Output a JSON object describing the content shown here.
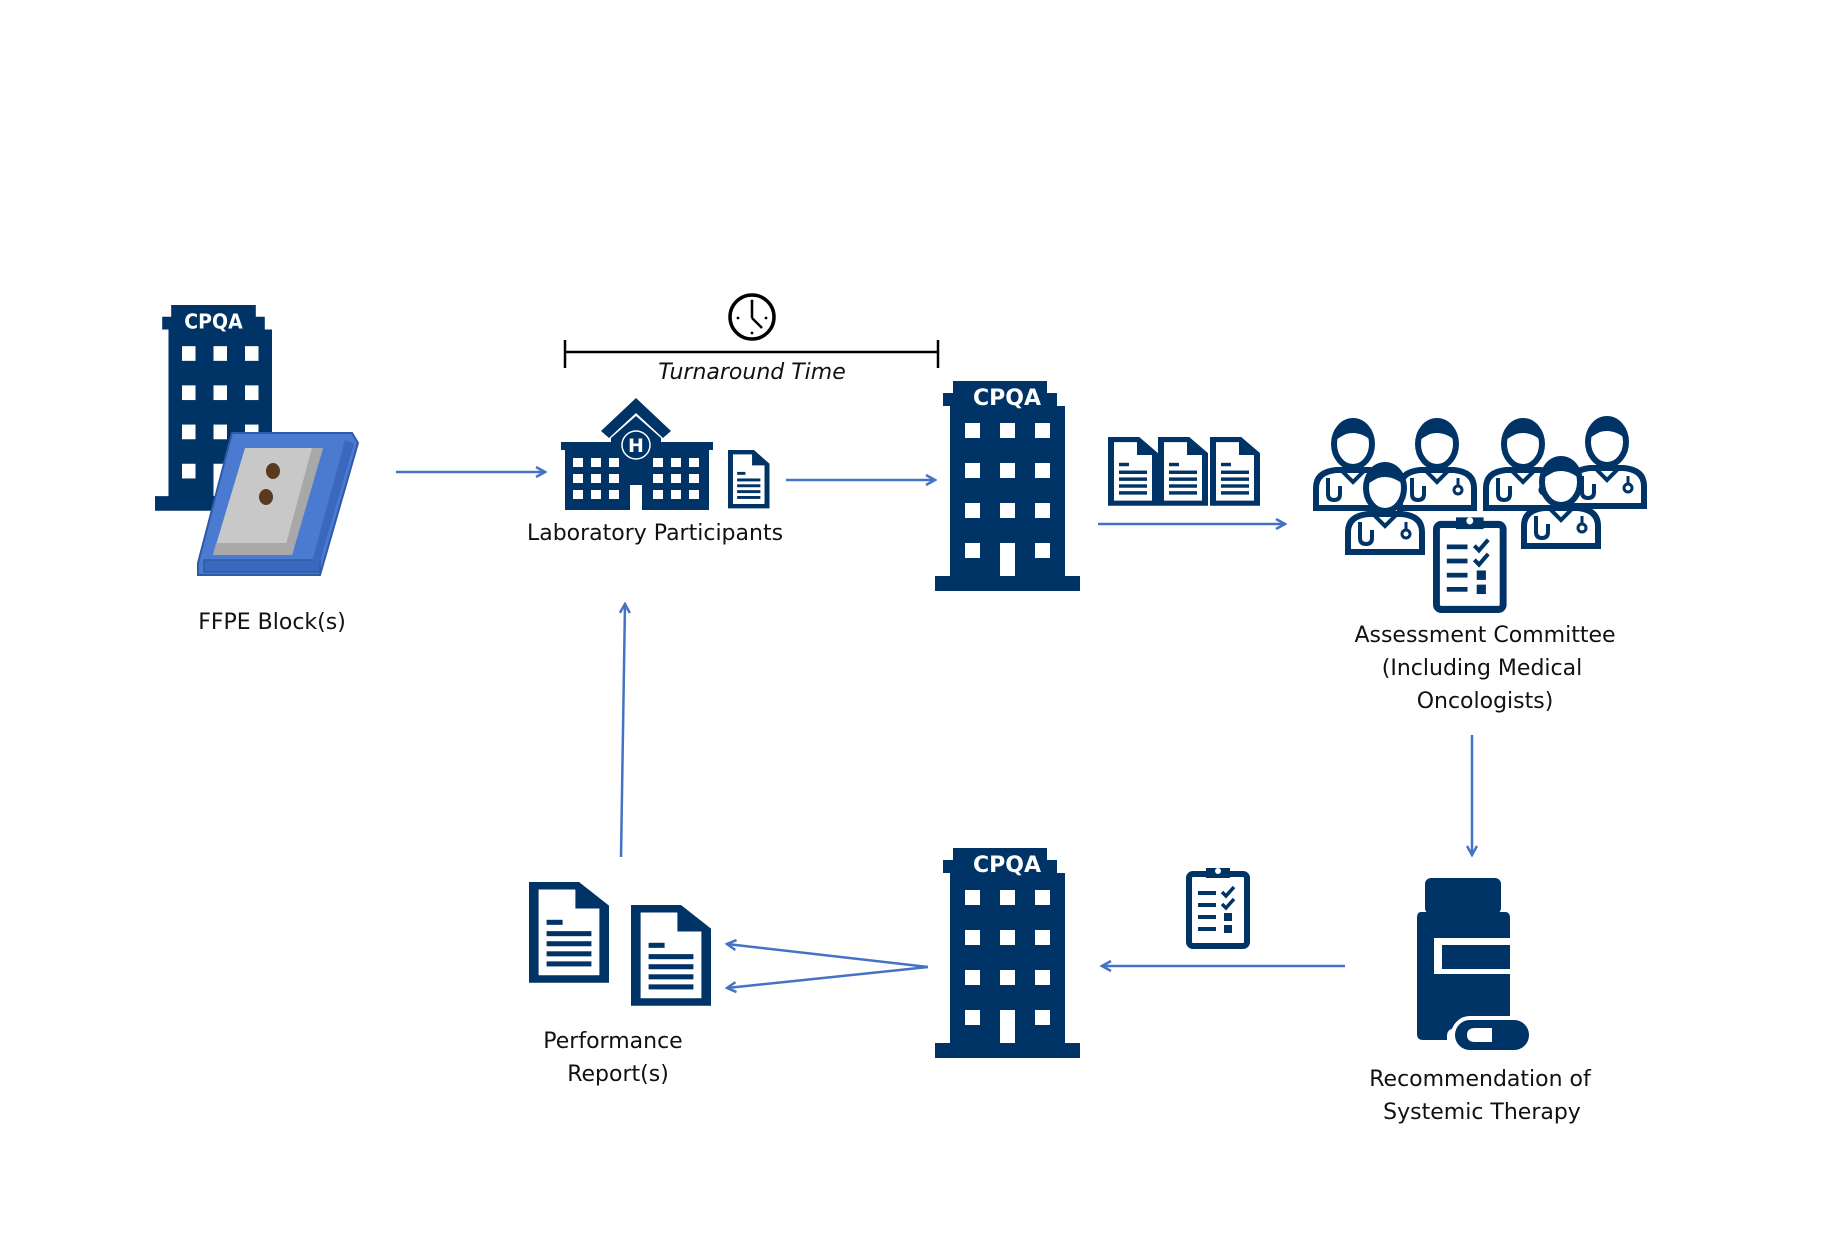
{
  "diagram": {
    "colors": {
      "icon_navy": "#003366",
      "arrow_blue": "#4472C4",
      "ffpe_blue": "#4A7BD0",
      "ffpe_gray": "#C8C8C8",
      "tissue_brown": "#5A3A1E",
      "text": "#111111",
      "bracket": "#000000"
    },
    "nodes": {
      "cpqa_start": {
        "building_text": "CPQA",
        "label": "FFPE Block(s)"
      },
      "turnaround": {
        "label": "Turnaround Time",
        "icon": "clock-icon"
      },
      "lab": {
        "label": "Laboratory Participants",
        "hospital_mark": "H"
      },
      "cpqa_review": {
        "building_text": "CPQA"
      },
      "committee": {
        "label_lines": [
          "Assessment Committee",
          "(Including Medical",
          "Oncologists)"
        ]
      },
      "therapy": {
        "label_lines": [
          "Recommendation of",
          "Systemic Therapy"
        ]
      },
      "cpqa_report": {
        "building_text": "CPQA"
      },
      "reports": {
        "label_lines": [
          "Performance",
          "Report(s)"
        ]
      }
    },
    "edges": [
      {
        "from": "cpqa_start",
        "to": "lab"
      },
      {
        "from": "lab",
        "to": "cpqa_review"
      },
      {
        "from": "cpqa_review",
        "to": "committee",
        "carries": "documents"
      },
      {
        "from": "committee",
        "to": "therapy"
      },
      {
        "from": "therapy",
        "to": "cpqa_report",
        "carries": "checklist"
      },
      {
        "from": "cpqa_report",
        "to": "reports",
        "count": 2
      },
      {
        "from": "reports",
        "to": "lab"
      }
    ]
  }
}
